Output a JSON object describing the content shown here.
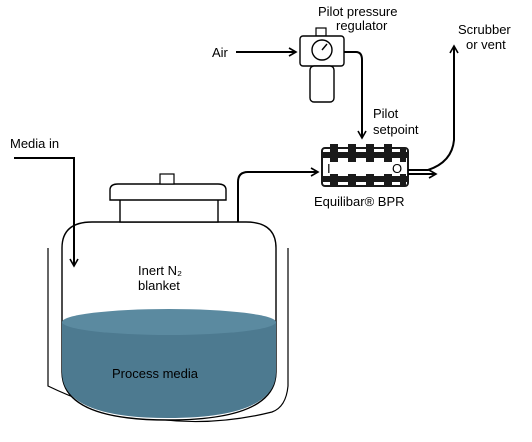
{
  "labels": {
    "media_in": "Media in",
    "air": "Air",
    "pilot_regulator_line1": "Pilot pressure",
    "pilot_regulator_line2": "regulator",
    "pilot_setpoint_line1": "Pilot",
    "pilot_setpoint_line2": "setpoint",
    "scrubber_line1": "Scrubber",
    "scrubber_line2": "or vent",
    "bpr_name": "Equilibar® BPR",
    "bpr_inlet": "I",
    "bpr_outlet": "O",
    "inert_line1": "Inert N₂",
    "inert_line2": "blanket",
    "process_media": "Process media"
  },
  "colors": {
    "media_fill": "#4d7a90",
    "media_surface": "#5b8aa0",
    "line": "#000000",
    "bpr_body": "#1a1a1a"
  },
  "icons": {
    "gauge": "pressure-gauge-icon",
    "arrow": "flow-arrow-icon"
  }
}
